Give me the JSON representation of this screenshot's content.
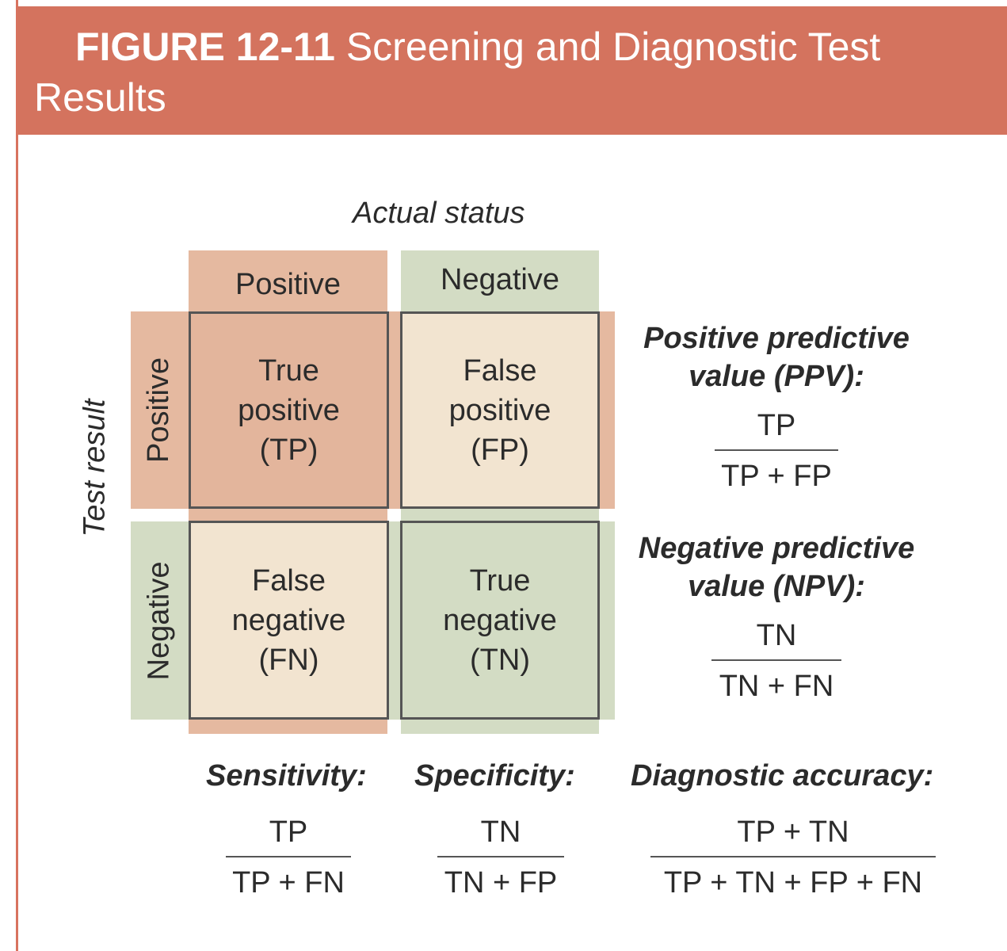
{
  "header": {
    "figure_label": "FIGURE 12-11",
    "title_rest": "Screening and Diagnostic Test",
    "title_line2": "Results"
  },
  "axes": {
    "actual_status": "Actual status",
    "test_result": "Test result"
  },
  "columns": {
    "positive": "Positive",
    "negative": "Negative"
  },
  "rows": {
    "positive": "Positive",
    "negative": "Negative"
  },
  "cells": {
    "tp": [
      "True",
      "positive",
      "(TP)"
    ],
    "fp": [
      "False",
      "positive",
      "(FP)"
    ],
    "fn": [
      "False",
      "negative",
      "(FN)"
    ],
    "tn": [
      "True",
      "negative",
      "(TN)"
    ]
  },
  "ppv": {
    "title_line1": "Positive predictive",
    "title_line2": "value (PPV):",
    "numerator": "TP",
    "denominator": "TP + FP"
  },
  "npv": {
    "title_line1": "Negative predictive",
    "title_line2": "value (NPV):",
    "numerator": "TN",
    "denominator": "TN + FN"
  },
  "sensitivity": {
    "title": "Sensitivity:",
    "numerator": "TP",
    "denominator": "TP + FN"
  },
  "specificity": {
    "title": "Specificity:",
    "numerator": "TN",
    "denominator": "TN + FP"
  },
  "accuracy": {
    "title": "Diagnostic accuracy:",
    "numerator": "TP + TN",
    "denominator": "TP + TN + FP + FN"
  },
  "colors": {
    "header": "#d4735e",
    "true_positive": "#e3b59c",
    "false_cells": "#f2e4d0",
    "true_negative": "#d3dcc4"
  }
}
